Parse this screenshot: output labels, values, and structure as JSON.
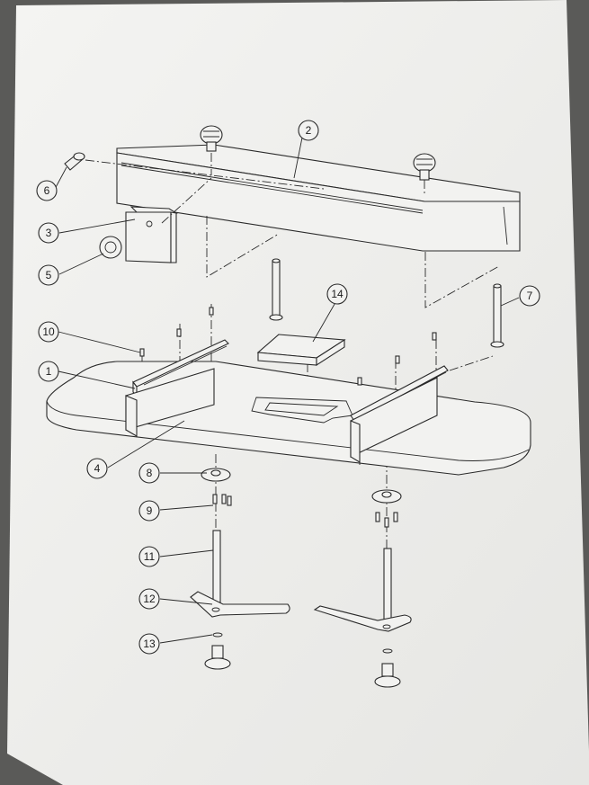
{
  "diagram": {
    "type": "exploded-assembly",
    "colors": {
      "background": "#5a5a58",
      "paper": "#eeeeec",
      "line": "#2a2a2a"
    },
    "callouts": [
      {
        "id": "callout-1",
        "label": "1"
      },
      {
        "id": "callout-2",
        "label": "2"
      },
      {
        "id": "callout-3",
        "label": "3"
      },
      {
        "id": "callout-4",
        "label": "4"
      },
      {
        "id": "callout-5",
        "label": "5"
      },
      {
        "id": "callout-6",
        "label": "6"
      },
      {
        "id": "callout-7",
        "label": "7"
      },
      {
        "id": "callout-8",
        "label": "8"
      },
      {
        "id": "callout-9",
        "label": "9"
      },
      {
        "id": "callout-10",
        "label": "10"
      },
      {
        "id": "callout-11",
        "label": "11"
      },
      {
        "id": "callout-12",
        "label": "12"
      },
      {
        "id": "callout-13",
        "label": "13"
      },
      {
        "id": "callout-14",
        "label": "14"
      }
    ]
  }
}
